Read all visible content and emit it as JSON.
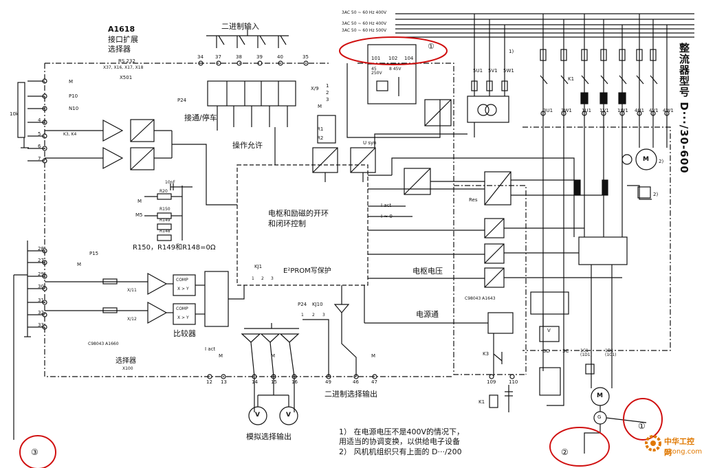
{
  "module": {
    "code": "A1618",
    "name_line1": "接口扩展",
    "name_line2": "选择器",
    "rs232": "RS 232",
    "rs232_ports": "X37, X16, X17, X18",
    "port": "X501"
  },
  "labels": {
    "binary_input": "二进制输入",
    "run_stop": "接通/停车",
    "op_enable": "操作允许",
    "control_core_line1": "电枢和励磁的开环",
    "control_core_line2": "和闭环控制",
    "eeprom": "E²PROM写保护",
    "armature_voltage": "电枢电压",
    "power_on": "电源通",
    "comparator": "比较器",
    "selector": "选择器",
    "selector_port": "X100",
    "binary_select_output": "二进制选择输出",
    "analog_select_output": "模拟选择输出",
    "resistor_note": "R150，R149和R148=0Ω",
    "board_1660": "C98043 A1660",
    "board_1643": "C98043 A1643",
    "res": "Res",
    "iact": "I act",
    "ieq0": "I ≈ 0",
    "usyn": "U syn",
    "kj1": "KJ1",
    "kj10": "KJ10",
    "p24": "P24",
    "p15": "P15",
    "m": "M",
    "p10": "P10",
    "n10": "N10",
    "ten_k": "10k",
    "ten_nf": "10nF",
    "r20": "R20",
    "r150": "R150",
    "r149": "R149",
    "r148": "R148",
    "m5": "M5",
    "comp": "COMP",
    "x_gt_y": "X > Y",
    "k3": "K3",
    "k1": "K1",
    "x9": "X/9",
    "x11": "X/11",
    "x12": "X/12",
    "k3k4": "K3, K4",
    "fuse_voltage": "45 250V",
    "fuse_8": "8 45V",
    "r1": "R1",
    "r2": "R2",
    "v": "V",
    "g": "G",
    "marker_1": "①",
    "marker_2": "②",
    "marker_3": "③",
    "marker_1_suffix": "1)",
    "marker_2_suffix": "2)"
  },
  "terminals": {
    "supply_top": [
      "101",
      "102",
      "104"
    ],
    "binary_in": [
      "34",
      "37",
      "38",
      "39",
      "40",
      "35"
    ],
    "left_top": [
      "M",
      "P10",
      "N10",
      "4",
      "5",
      "6",
      "7"
    ],
    "left_bottom": [
      "28",
      "27",
      "29",
      "30",
      "31",
      "32",
      "33"
    ],
    "bottom": [
      "12",
      "13",
      "14",
      "15",
      "16",
      "49",
      "46",
      "47",
      "109",
      "110"
    ],
    "kj10_pins": [
      "1",
      "2",
      "3"
    ],
    "kj1_pins": [
      "1",
      "2",
      "3"
    ],
    "x9_pins": [
      "1",
      "2",
      "3"
    ],
    "power_top": [
      "5U1",
      "5V1",
      "5W1"
    ],
    "power_mid_left": [
      "3U1",
      "3W1"
    ],
    "power_main": [
      "1U1",
      "1V1",
      "1W1"
    ],
    "fan_terminals": [
      "4U1",
      "4V1",
      "4W1"
    ],
    "armature": [
      "3D",
      "3C",
      "1C1 (1D1)",
      "1D1 (1C1)"
    ]
  },
  "supplies": {
    "line1": "3AC 50 ~ 60 Hz 400V",
    "line2": "3AC 50 ~ 60 Hz 400V",
    "line3": "3AC 50 ~ 60 Hz 500V"
  },
  "title": "整流器型号 D···/30-600",
  "notes": [
    "1） 在电源电压不是400V的情况下，",
    "    用适当的协调变换，以供给电子设备",
    "2） 风机机组织只有上面的 D···/200"
  ],
  "watermark": {
    "text1": "中华工控网",
    "text2": "gkong.com"
  },
  "colors": {
    "line": "#111111",
    "highlight_circle": "#d01010",
    "watermark": "#e07800"
  }
}
